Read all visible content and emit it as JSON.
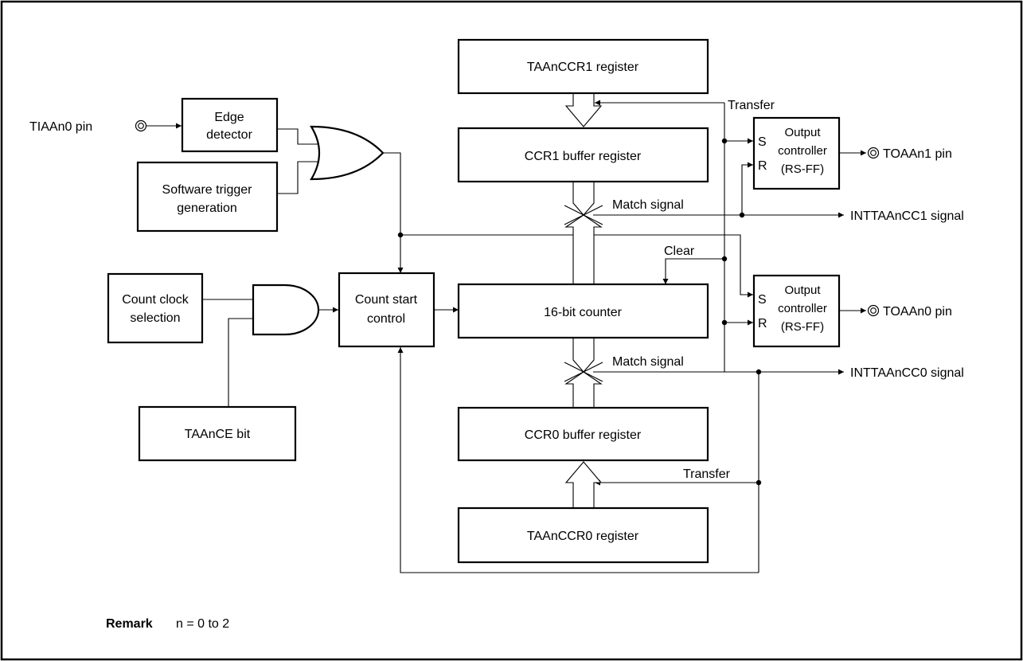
{
  "blocks": {
    "taanccr1_register": "TAAnCCR1 register",
    "ccr1_buffer": "CCR1 buffer register",
    "counter_16bit": "16-bit counter",
    "ccr0_buffer": "CCR0 buffer register",
    "taanccr0_register": "TAAnCCR0 register",
    "edge_detector": [
      "Edge",
      "detector"
    ],
    "software_trigger": [
      "Software trigger",
      "generation"
    ],
    "count_clock_selection": [
      "Count clock",
      "selection"
    ],
    "count_start_control": [
      "Count start",
      "control"
    ],
    "taance_bit": "TAAnCE bit",
    "output_controller_1": {
      "s": "S",
      "r": "R",
      "lines": [
        "Output",
        "controller",
        "(RS-FF)"
      ]
    },
    "output_controller_0": {
      "s": "S",
      "r": "R",
      "lines": [
        "Output",
        "controller",
        "(RS-FF)"
      ]
    }
  },
  "pins": {
    "input_pin": "TIAAn0 pin",
    "output_pin_1": "TOAAn1 pin",
    "output_pin_0": "TOAAn0 pin"
  },
  "signals": {
    "transfer_top": "Transfer",
    "transfer_bottom": "Transfer",
    "match_top": "Match signal",
    "match_bottom": "Match signal",
    "clear": "Clear",
    "int_cc1": "INTTAAnCC1 signal",
    "int_cc0": "INTTAAnCC0 signal"
  },
  "remark": {
    "label": "Remark",
    "text": "n = 0 to 2"
  }
}
